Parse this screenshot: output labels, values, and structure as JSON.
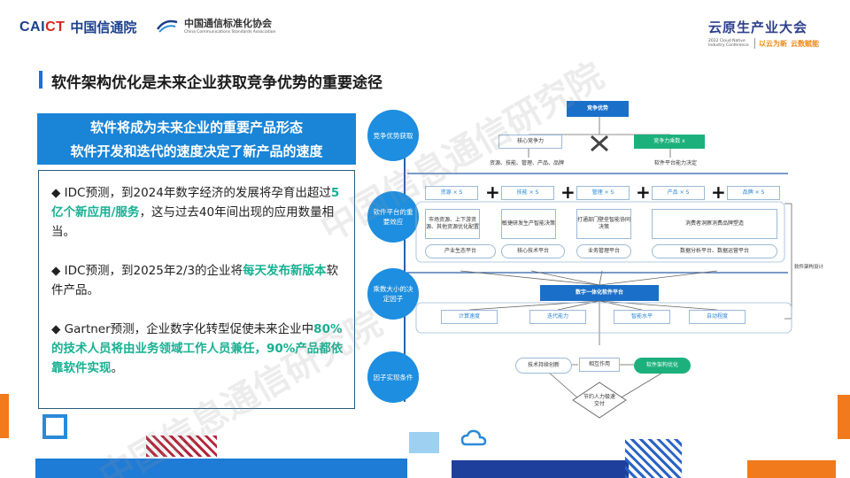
{
  "header": {
    "caict_en_1": "CAI",
    "caict_en_2": "CT",
    "caict_cn": "中国信通院",
    "ccsa_cn": "中国通信标准化协会",
    "ccsa_en": "China Communications Standards Association",
    "event_title": "云原生产业大会",
    "event_small": "2022 Cloud Native Industry Conference",
    "slogan_1": "以云为新",
    "slogan_2": "云数赋能"
  },
  "page_title": "软件架构优化是未来企业获取竞争优势的重要途径",
  "left_panel": {
    "head_line1": "软件将成为未来企业的重要产品形态",
    "head_line2": "软件开发和迭代的速度决定了新产品的速度",
    "b1_pre": "◆ IDC预测，到2024年数字经济的发展将孕育出超过",
    "b1_hl": "5亿个新应用/服务",
    "b1_post": "，这与过去40年间出现的应用数量相当。",
    "b2_pre": "◆ IDC预测，到2025年2/3的企业将",
    "b2_hl": "每天发布新版本",
    "b2_post": "软件产品。",
    "b3_pre": "◆ Gartner预测，企业数字化转型促使未来企业中",
    "b3_hl": "80%的技术人员将由业务领域工作人员兼任，90%产品都依靠软件实现",
    "b3_post": "。"
  },
  "diagram": {
    "circle1": "竞争优势获取",
    "circle2": "软件平台的重要效应",
    "circle3": "乘数大小的决定因子",
    "circle4": "因子实现条件",
    "top": "竞争优势",
    "core": "核心竞争力",
    "cpx": "竞争力乘数 x",
    "resources_row": "资源、技能、管理、产品、品牌",
    "platform_cap": "软件平台能力决定",
    "f1": "资源 × S",
    "f2": "技能 × S",
    "f3": "管理 × S",
    "f4": "产品 × S",
    "f5": "品牌 × S",
    "d1": "市场资源、上下游资源、其他资源优化配置",
    "d2": "敏捷研发生产智能决策",
    "d3": "打通部门壁垒智能协同决策",
    "d4": "消费者洞察消费品牌塑造",
    "p1": "产业生态平台",
    "p2": "核心技术平台",
    "p3": "业务管理平台",
    "p4": "数据分析平台、数据运营平台",
    "arch": "软件架构设计",
    "digital": "数字一体化软件平台",
    "m1": "计算速度",
    "m2": "迭代能力",
    "m3": "智能水平",
    "m4": "自动程度",
    "c1": "技术持续创新",
    "c2": "相互作用",
    "c3": "软件架构优化",
    "c4": "节约人力极速交付"
  },
  "watermark": "中国信息通信研究院"
}
